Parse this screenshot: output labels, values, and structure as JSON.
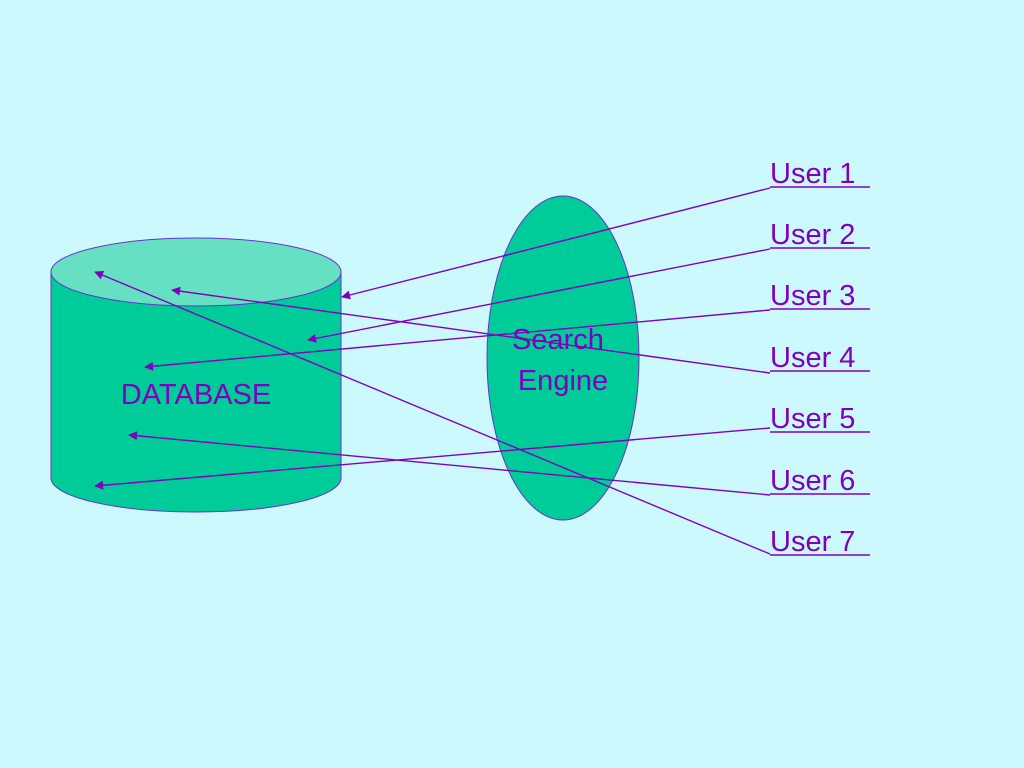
{
  "colors": {
    "background": "#ccf9fd",
    "cylinder_body": "#00cc99",
    "cylinder_top": "#66e0c2",
    "outline": "#6633cc",
    "text": "#8000c0",
    "arrow": "#8000c0"
  },
  "database": {
    "label": "DATABASE"
  },
  "search_engine": {
    "line1": "Search",
    "line2": "Engine"
  },
  "users": [
    {
      "label": "User 1"
    },
    {
      "label": "User 2"
    },
    {
      "label": "User 3"
    },
    {
      "label": "User 4"
    },
    {
      "label": "User 5"
    },
    {
      "label": "User 6"
    },
    {
      "label": "User 7"
    }
  ]
}
